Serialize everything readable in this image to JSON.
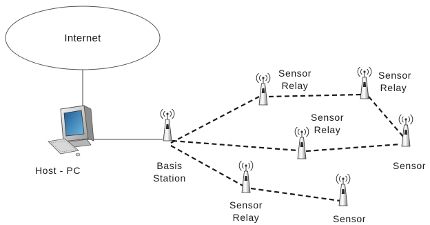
{
  "diagram": {
    "cloud": {
      "label": "Internet"
    },
    "host": {
      "label": "Host - PC"
    },
    "base": {
      "label_lines": [
        "Basis",
        "Station"
      ]
    },
    "nodes": {
      "relay_top": {
        "label_lines": [
          "Sensor",
          "Relay"
        ]
      },
      "relay_right": {
        "label_lines": [
          "Sensor",
          "Relay"
        ]
      },
      "relay_mid": {
        "label_lines": [
          "Sensor",
          "Relay"
        ]
      },
      "sensor_right": {
        "label_lines": [
          "Sensor"
        ]
      },
      "relay_bottom": {
        "label_lines": [
          "Sensor",
          "Relay"
        ]
      },
      "sensor_bottom": {
        "label_lines": [
          "Sensor"
        ]
      }
    },
    "links": [
      {
        "from": "cloud",
        "to": "host",
        "style": "solid"
      },
      {
        "from": "host",
        "to": "base",
        "style": "solid"
      },
      {
        "from": "base",
        "to": "relay_top",
        "style": "dashed"
      },
      {
        "from": "relay_top",
        "to": "relay_right",
        "style": "dashed"
      },
      {
        "from": "relay_right",
        "to": "sensor_right",
        "style": "dashed"
      },
      {
        "from": "base",
        "to": "relay_mid",
        "style": "dashed"
      },
      {
        "from": "relay_mid",
        "to": "sensor_right",
        "style": "dashed"
      },
      {
        "from": "base",
        "to": "relay_bottom",
        "style": "dashed"
      },
      {
        "from": "relay_bottom",
        "to": "sensor_bottom",
        "style": "dashed"
      }
    ]
  }
}
